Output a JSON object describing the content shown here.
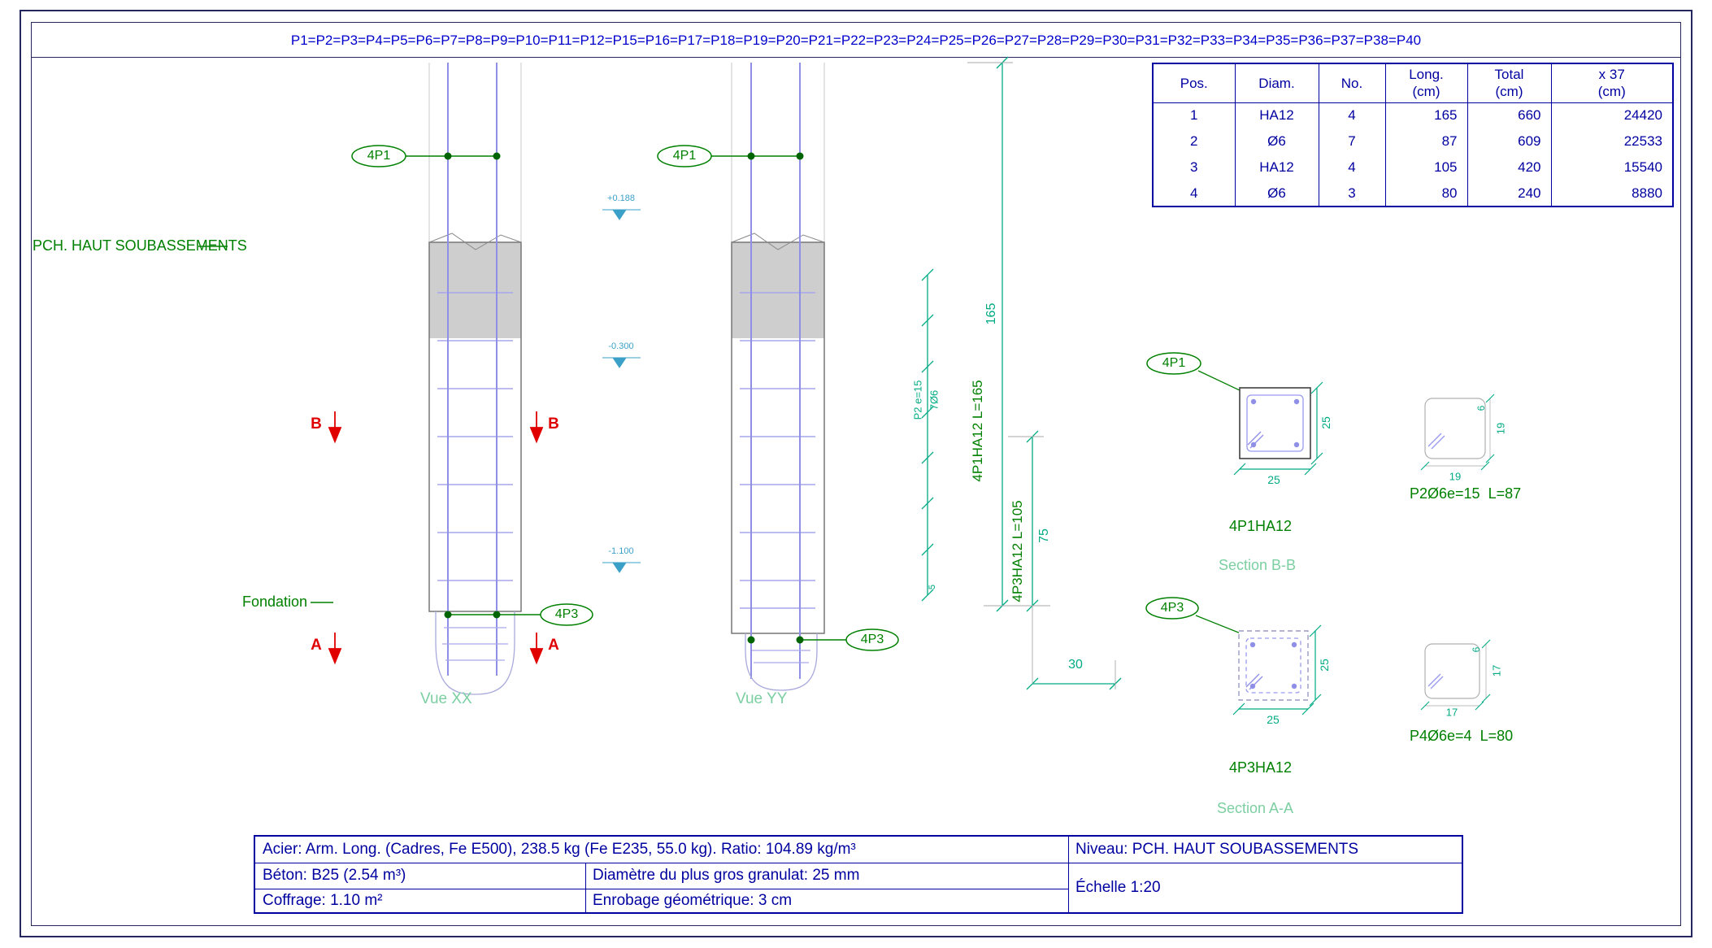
{
  "frame": {
    "title": "P1=P2=P3=P4=P5=P6=P7=P8=P9=P10=P11=P12=P15=P16=P17=P18=P19=P20=P21=P22=P23=P24=P25=P26=P27=P28=P29=P30=P31=P32=P33=P34=P35=P36=P37=P38=P40"
  },
  "labels": {
    "level": "PCH. HAUT SOUBASSEMENTS",
    "fondation": "Fondation",
    "vue_xx": "Vue XX",
    "vue_yy": "Vue YY",
    "b": "B",
    "a": "A",
    "p1": "4P1",
    "p3": "4P3"
  },
  "elevations": {
    "top": "+0.188",
    "mid": "-0.300",
    "low": "-1.100"
  },
  "dims": {
    "spacing": "P2 e=15",
    "count": "7Ø6",
    "last": "5",
    "len165": "165",
    "bar1": "4P1HA12 L=165",
    "bar3": "4P3HA12 L=105",
    "len75": "75",
    "len30": "30",
    "sq25": "25",
    "sq19": "19",
    "sq17": "17",
    "hook6": "6"
  },
  "sections": {
    "bb_bar": "4P1HA12",
    "bb_title": "Section B-B",
    "aa_bar": "4P3HA12",
    "aa_title": "Section A-A",
    "p2": "P2Ø6e=15  L=87",
    "p4": "P4Ø6e=4  L=80"
  },
  "schedule": {
    "head1": [
      "Pos.",
      "Diam.",
      "No.",
      "Long.",
      "Total",
      "x 37"
    ],
    "head2": [
      "",
      "",
      "",
      "(cm)",
      "(cm)",
      "(cm)"
    ],
    "rows": [
      [
        "1",
        "HA12",
        "4",
        "165",
        "660",
        "24420"
      ],
      [
        "2",
        "Ø6",
        "7",
        "87",
        "609",
        "22533"
      ],
      [
        "3",
        "HA12",
        "4",
        "105",
        "420",
        "15540"
      ],
      [
        "4",
        "Ø6",
        "3",
        "80",
        "240",
        "8880"
      ]
    ]
  },
  "titleblock": {
    "acier": "Acier: Arm. Long. (Cadres, Fe E500), 238.5 kg (Fe E235, 55.0 kg). Ratio: 104.89 kg/m³",
    "niveau": "Niveau: PCH. HAUT SOUBASSEMENTS",
    "beton": "Béton: B25 (2.54 m³)",
    "granulat": "Diamètre du plus gros granulat: 25 mm",
    "echelle": "Échelle 1:20",
    "coffrage": "Coffrage: 1.10 m²",
    "enrobage": "Enrobage géométrique: 3 cm"
  },
  "colors": {
    "navy": "#0000a0",
    "title_blue": "#0000cd",
    "green": "#008000",
    "mint": "#7ccfa2",
    "teal": "#00ab84",
    "red": "#e00000",
    "rebar_purple": "#8f8fe8",
    "concrete_gray": "#cecece",
    "level_blue": "#3aa0c8"
  }
}
